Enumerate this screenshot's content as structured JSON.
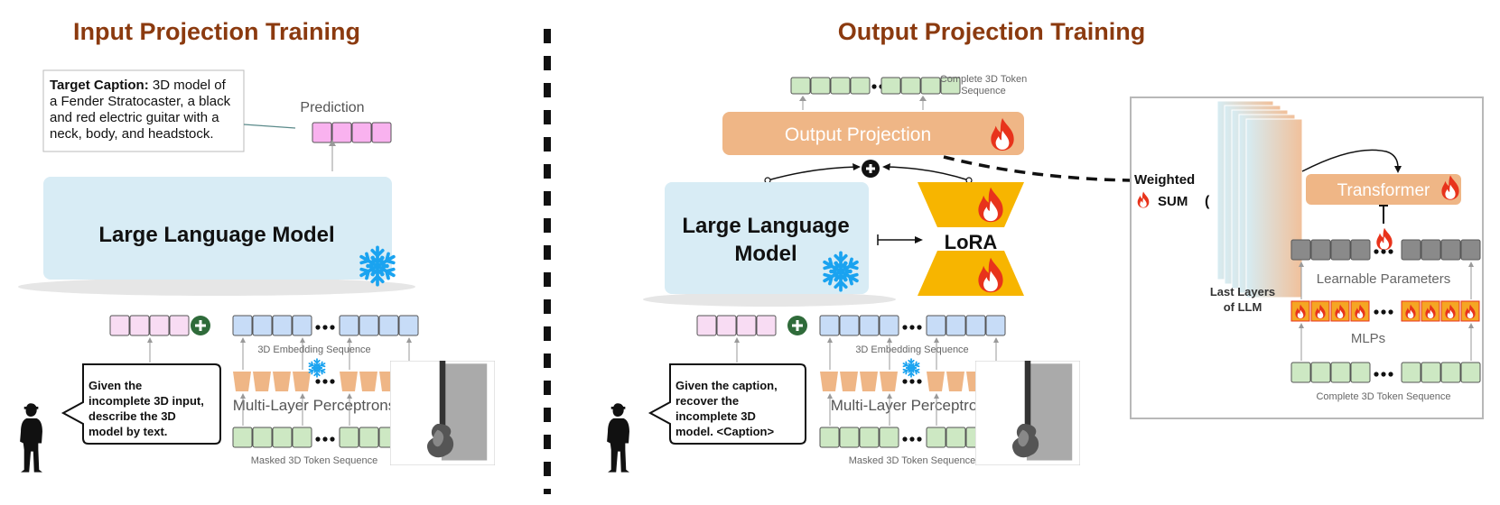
{
  "left": {
    "title": "Input Projection Training",
    "target_caption_label": "Target Caption:",
    "target_caption_lines": [
      " 3D model of",
      "a Fender Stratocaster, a black",
      "and red electric guitar with a",
      "neck, body, and headstock."
    ],
    "prediction_label": "Prediction",
    "llm_label": "Large Language Model",
    "embedding_label": "3D Embedding Sequence",
    "mlp_label": "Multi-Layer Perceptrons",
    "masked_label": "Masked 3D Token Sequence",
    "user_prompt_lines": [
      "Given the",
      "incomplete 3D input,",
      "describe the 3D",
      "model by text."
    ]
  },
  "right": {
    "title": "Output Projection Training",
    "complete_label_lines": [
      "Complete 3D Token",
      "Sequence"
    ],
    "output_projection_label": "Output Projection",
    "llm_label_lines": [
      "Large Language",
      "Model"
    ],
    "lora_label": "LoRA",
    "embedding_label": "3D Embedding Sequence",
    "mlp_label": "Multi-Layer Perceptrons",
    "masked_label": "Masked 3D Token Sequence",
    "user_prompt_lines": [
      "Given the caption,",
      "recover the",
      "incomplete 3D",
      "model. <Caption>"
    ]
  },
  "inset": {
    "weighted_label": "Weighted",
    "sum_label": "SUM",
    "open_paren": "(",
    "close_paren": ")",
    "transformer_label": "Transformer",
    "learnable_label": "Learnable Parameters",
    "mlps_label": "MLPs",
    "last_layers_lines": [
      "Last Layers",
      "of LLM"
    ],
    "complete_label": "Complete 3D Token Sequence"
  },
  "colors": {
    "title": "#8b3a0f",
    "llm_box": "#d8ecf5",
    "orange": "#efb686",
    "lora": "#f7b500",
    "pink": "#f9b2ef",
    "light_pink": "#f8dcf3",
    "blue": "#c7dcf7",
    "green": "#cde8c3",
    "gray_token": "#8a8a8a",
    "plus_green": "#2f6b3a",
    "flame": "#e8331b"
  },
  "icons": [
    "snowflake-icon",
    "flame-icon",
    "person-icon",
    "guitar-image",
    "plus-icon"
  ]
}
